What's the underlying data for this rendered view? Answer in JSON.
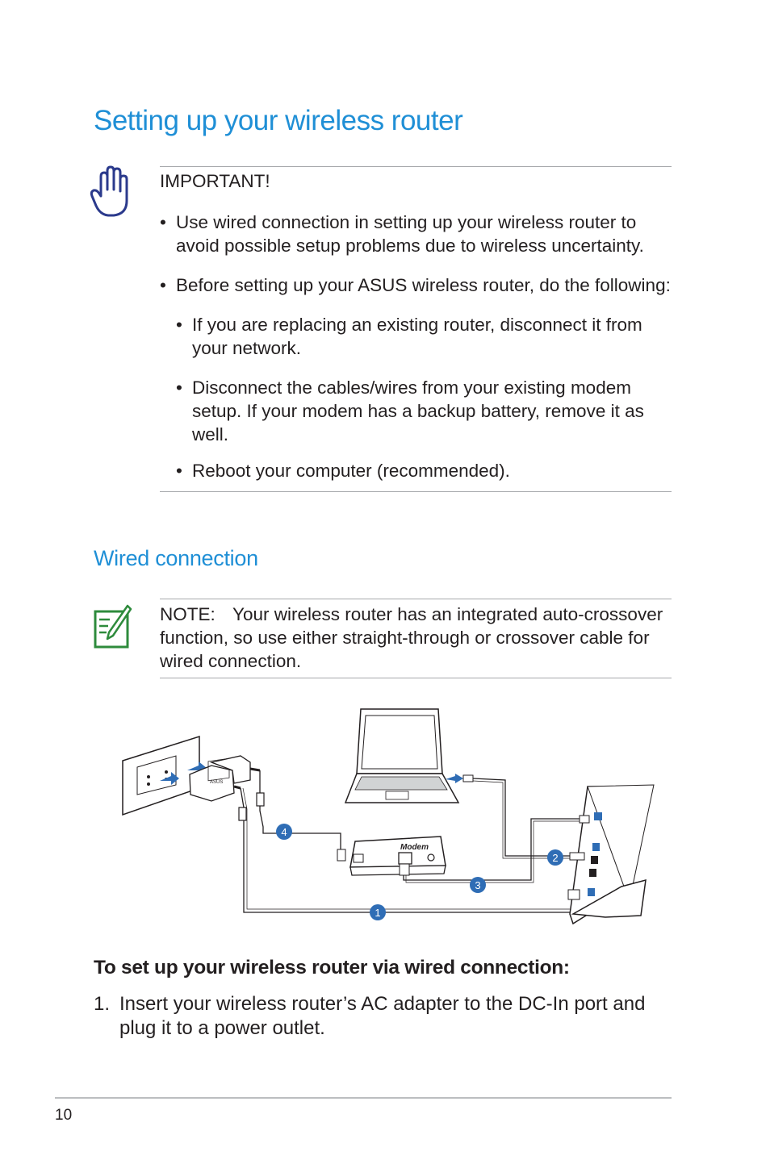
{
  "page": {
    "title": "Setting up your wireless router",
    "important": {
      "heading": "IMPORTANT!",
      "bullets": [
        "Use wired connection in setting up your wireless router to avoid possible setup problems due to wireless uncertainty.",
        "Before setting up your ASUS wireless router, do the following:"
      ],
      "sub_bullets": [
        "If you are replacing an existing router, disconnect it from your network.",
        "Disconnect the cables/wires from your existing modem setup. If your modem has a backup battery, remove it as well.",
        "Reboot your computer (recommended)."
      ]
    },
    "section_title": "Wired connection",
    "note": {
      "label": "NOTE:",
      "text": "Your wireless router has an integrated auto-crossover function, so use either straight-through or crossover cable for wired connection."
    },
    "diagram": {
      "modem_label": "Modem",
      "adapter_brand": "ASUS",
      "callouts": [
        "1",
        "2",
        "3",
        "4"
      ],
      "accent_color": "#2f6db5"
    },
    "steps_heading": "To set up your wireless router via wired connection:",
    "steps": [
      {
        "num": "1.",
        "text": "Insert your wireless router’s AC adapter to the DC-In port and plug it to a power outlet."
      }
    ],
    "page_number": "10",
    "colors": {
      "heading": "#1f8fd6",
      "hand_icon": "#2b3a8c",
      "note_icon": "#2e8b3c"
    }
  }
}
